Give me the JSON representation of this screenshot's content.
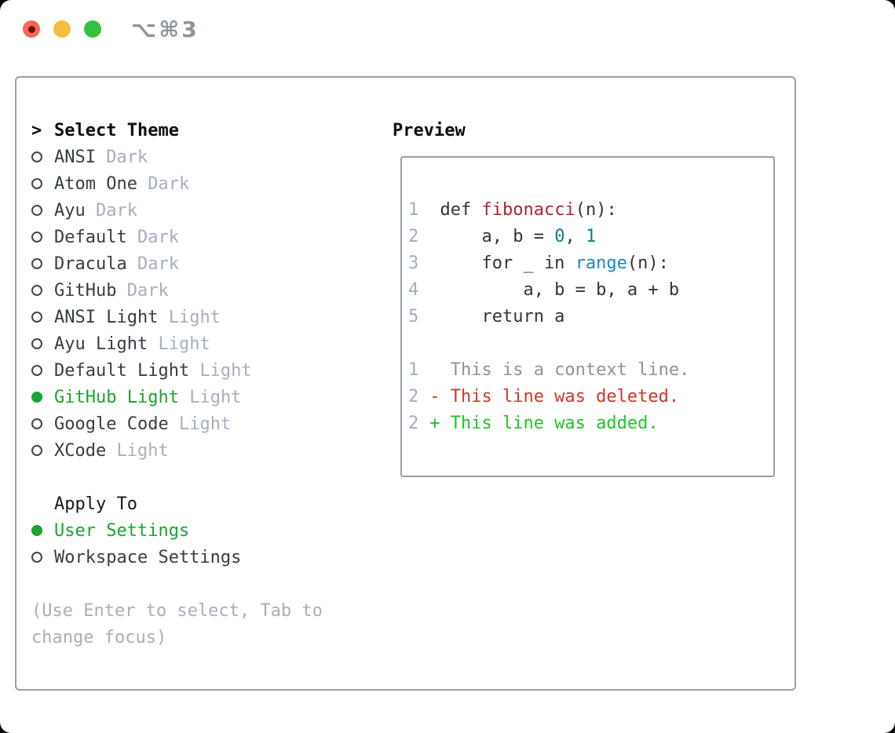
{
  "window": {
    "title": "⌥⌘3",
    "traffic_lights": [
      {
        "name": "close",
        "color": "#f2685c",
        "dot": "#70100a"
      },
      {
        "name": "minimize",
        "color": "#f6bd40",
        "dot": ""
      },
      {
        "name": "zoom",
        "color": "#36c03f",
        "dot": ""
      }
    ]
  },
  "theme_panel": {
    "header_prefix": ">",
    "header_label": "Select Theme",
    "themes": [
      {
        "name": "ANSI",
        "variant": "Dark",
        "selected": false
      },
      {
        "name": "Atom One",
        "variant": "Dark",
        "selected": false
      },
      {
        "name": "Ayu",
        "variant": "Dark",
        "selected": false
      },
      {
        "name": "Default",
        "variant": "Dark",
        "selected": false
      },
      {
        "name": "Dracula",
        "variant": "Dark",
        "selected": false
      },
      {
        "name": "GitHub",
        "variant": "Dark",
        "selected": false
      },
      {
        "name": "ANSI Light",
        "variant": "Light",
        "selected": false
      },
      {
        "name": "Ayu Light",
        "variant": "Light",
        "selected": false
      },
      {
        "name": "Default Light",
        "variant": "Light",
        "selected": false
      },
      {
        "name": "GitHub Light",
        "variant": "Light",
        "selected": true
      },
      {
        "name": "Google Code",
        "variant": "Light",
        "selected": false
      },
      {
        "name": "XCode",
        "variant": "Light",
        "selected": false
      }
    ],
    "apply_to": {
      "label": "Apply To",
      "options": [
        {
          "name": "User Settings",
          "selected": true
        },
        {
          "name": "Workspace Settings",
          "selected": false
        }
      ]
    },
    "help_lines": [
      "(Use Enter to select, Tab to",
      "change focus)"
    ]
  },
  "preview": {
    "header": "Preview",
    "lines": [
      {
        "num": "1",
        "segments": [
          {
            "t": "  def ",
            "c": "fg"
          },
          {
            "t": "fibonacci",
            "c": "func"
          },
          {
            "t": "(n):",
            "c": "fg"
          }
        ]
      },
      {
        "num": "2",
        "segments": [
          {
            "t": "      a, b = ",
            "c": "fg"
          },
          {
            "t": "0",
            "c": "num"
          },
          {
            "t": ", ",
            "c": "fg"
          },
          {
            "t": "1",
            "c": "num"
          }
        ]
      },
      {
        "num": "3",
        "segments": [
          {
            "t": "      for _ in ",
            "c": "fg"
          },
          {
            "t": "range",
            "c": "builtin"
          },
          {
            "t": "(n):",
            "c": "fg"
          }
        ]
      },
      {
        "num": "4",
        "segments": [
          {
            "t": "          a, b = b, a + b",
            "c": "fg"
          }
        ]
      },
      {
        "num": "5",
        "segments": [
          {
            "t": "      return a",
            "c": "fg"
          }
        ]
      },
      {
        "num": "",
        "segments": []
      },
      {
        "num": "1",
        "segments": [
          {
            "t": "   This is a context line.",
            "c": "ctx"
          }
        ]
      },
      {
        "num": "2",
        "segments": [
          {
            "t": " - This line was deleted.",
            "c": "del"
          }
        ]
      },
      {
        "num": "2",
        "segments": [
          {
            "t": " + This line was added.",
            "c": "add"
          }
        ]
      }
    ]
  },
  "colors": {
    "header": "#0a0c0e",
    "item": "#363d44",
    "muted": "#a6b0bc",
    "selected": "#17a62e",
    "border": "#97a0ab",
    "fg": "#30363c",
    "func": "#a8272b",
    "num": "#117a84",
    "builtin": "#1d86c6",
    "gutter": "#a3aebb",
    "ctx": "#8d949c",
    "del": "#cf3726",
    "add": "#1ec428"
  }
}
